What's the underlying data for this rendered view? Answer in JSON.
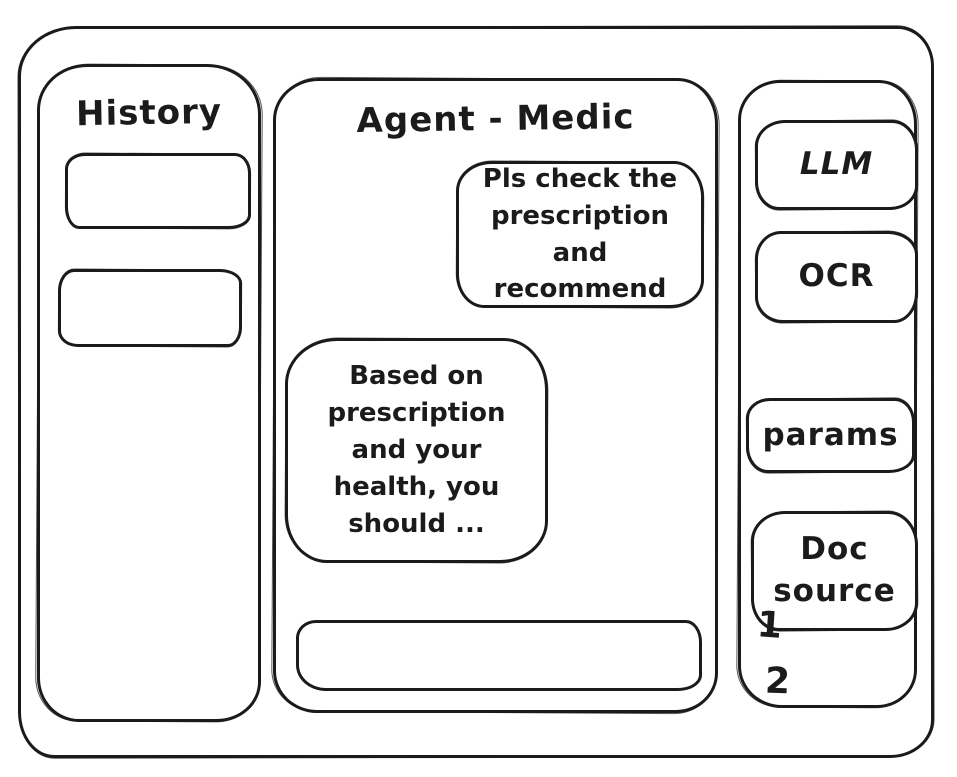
{
  "window": {
    "background": "#ffffff",
    "ink_color": "#1b1b1b"
  },
  "sidebar": {
    "title": "History",
    "items": [
      {
        "label": ""
      },
      {
        "label": ""
      }
    ]
  },
  "chat": {
    "title": "Agent - Medic",
    "messages": [
      {
        "role": "user",
        "text": "Pls check the\nprescription\nand recommend"
      },
      {
        "role": "agent",
        "text": "Based on\nprescription\nand your\nhealth, you\nshould ..."
      }
    ],
    "input": {
      "value": "",
      "placeholder": ""
    }
  },
  "tools_panel": {
    "buttons": [
      {
        "label": "LLM"
      },
      {
        "label": "OCR"
      },
      {
        "label": "params"
      },
      {
        "label": "Doc\nsource"
      }
    ],
    "annotations": [
      "1",
      "2"
    ]
  }
}
